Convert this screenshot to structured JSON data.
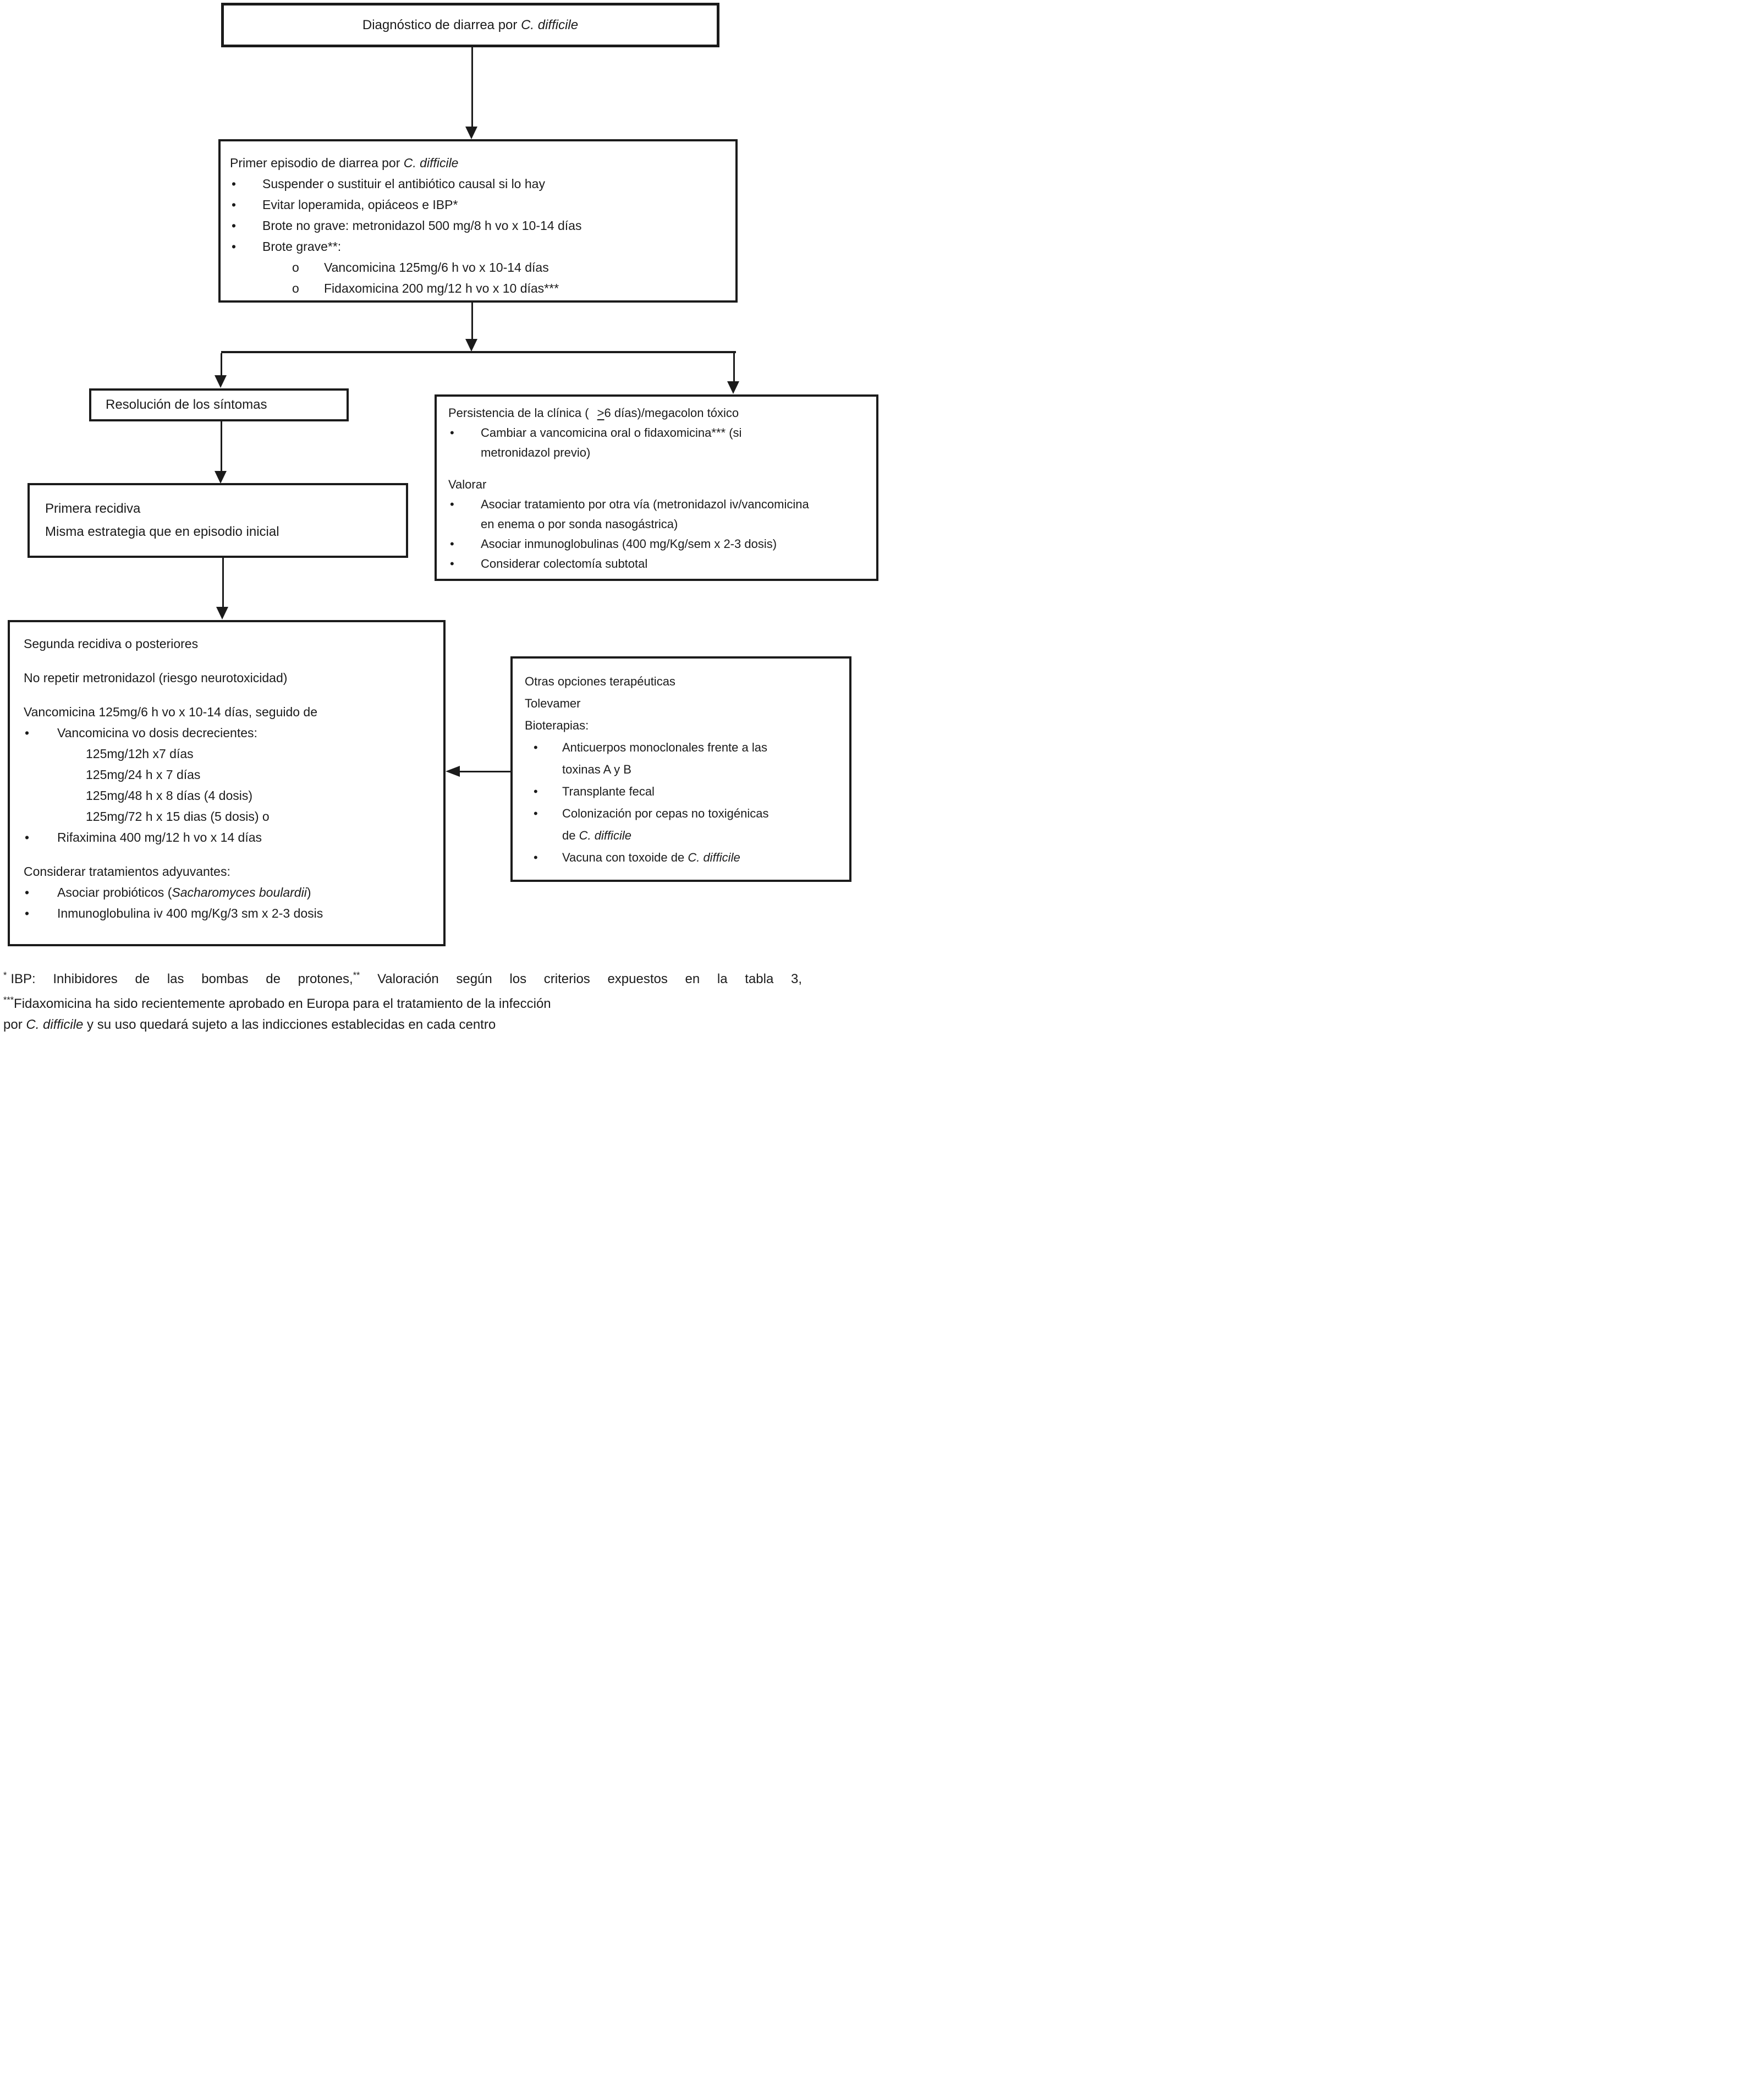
{
  "chars": {
    "bullet": "•",
    "sub_bullet": "o",
    "geq": ">"
  },
  "boxes": {
    "diagnosis": {
      "pre": "Diagnóstico de diarrea por ",
      "italic": "C. difficile"
    },
    "first_episode": {
      "heading_pre": "Primer episodio de diarrea por ",
      "heading_italic": "C. difficile",
      "b1": "Suspender o sustituir el antibiótico causal si lo hay",
      "b2": "Evitar loperamida, opiáceos e IBP*",
      "b3": "Brote no grave: metronidazol 500 mg/8 h vo x 10-14 días",
      "b4": "Brote grave**:",
      "sub1": "Vancomicina 125mg/6 h vo x 10-14 días",
      "sub2": "Fidaxomicina 200 mg/12 h vo x 10 días***"
    },
    "resolution": {
      "text": "Resolución de los síntomas"
    },
    "persistence": {
      "heading_pre": "Persistencia de la clínica ( ",
      "heading_post": "6 días)/megacolon tóxico",
      "b1": "Cambiar a vancomicina oral o fidaxomicina*** (si metronidazol previo)",
      "valorar": "Valorar",
      "b2": "Asociar tratamiento por otra vía (metronidazol iv/vancomicina en enema o por sonda nasogástrica)",
      "b3": "Asociar inmunoglobulinas (400 mg/Kg/sem x 2-3 dosis)",
      "b4": "Considerar colectomía subtotal"
    },
    "first_relapse": {
      "line1": "Primera recidiva",
      "line2": "Misma estrategia que en episodio inicial"
    },
    "second_relapse": {
      "title": "Segunda recidiva o posteriores",
      "para1": "No repetir metronidazol (riesgo neurotoxicidad)",
      "para2": "Vancomicina 125mg/6 h vo x 10-14 días, seguido de",
      "b1": "Vancomicina vo dosis decrecientes:",
      "taper1": "125mg/12h x7 días",
      "taper2": "125mg/24 h x 7 días",
      "taper3": "125mg/48 h x 8 días (4 dosis)",
      "taper4": "125mg/72 h x 15 dias (5 dosis) o",
      "b2": "Rifaximina 400 mg/12 h vo x 14 días",
      "para3": "Considerar tratamientos adyuvantes:",
      "b3_pre": "Asociar probióticos (",
      "b3_italic": "Sacharomyces boulardii",
      "b3_post": ")",
      "b4": "Inmunoglobulina iv 400 mg/Kg/3 sm x 2-3 dosis"
    },
    "other_options": {
      "title": "Otras opciones terapéuticas",
      "line2": "Tolevamer",
      "line3": "Bioterapias:",
      "b1": "Anticuerpos monoclonales frente a las toxinas A y B",
      "b2": "Transplante fecal",
      "b3_pre": "Colonización por cepas no toxigénicas de ",
      "b3_italic": "C. difficile",
      "b4_pre": "Vacuna con toxoide de ",
      "b4_italic": "C. difficile"
    }
  },
  "footnotes": {
    "line1_sup1": "*",
    "line1_a": "IBP: Inhibidores de las bombas de protones,",
    "line1_sup2": "**",
    "line1_b": " Valoración según los criterios expuestos en la tabla 3,",
    "line2_sup": "***",
    "line2_text": "Fidaxomicina ha sido recientemente aprobado en Europa para el tratamiento de la infección",
    "line3_pre": "por ",
    "line3_italic": "C. difficile",
    "line3_post": " y su uso quedará sujeto a las indicciones establecidas en cada centro"
  }
}
